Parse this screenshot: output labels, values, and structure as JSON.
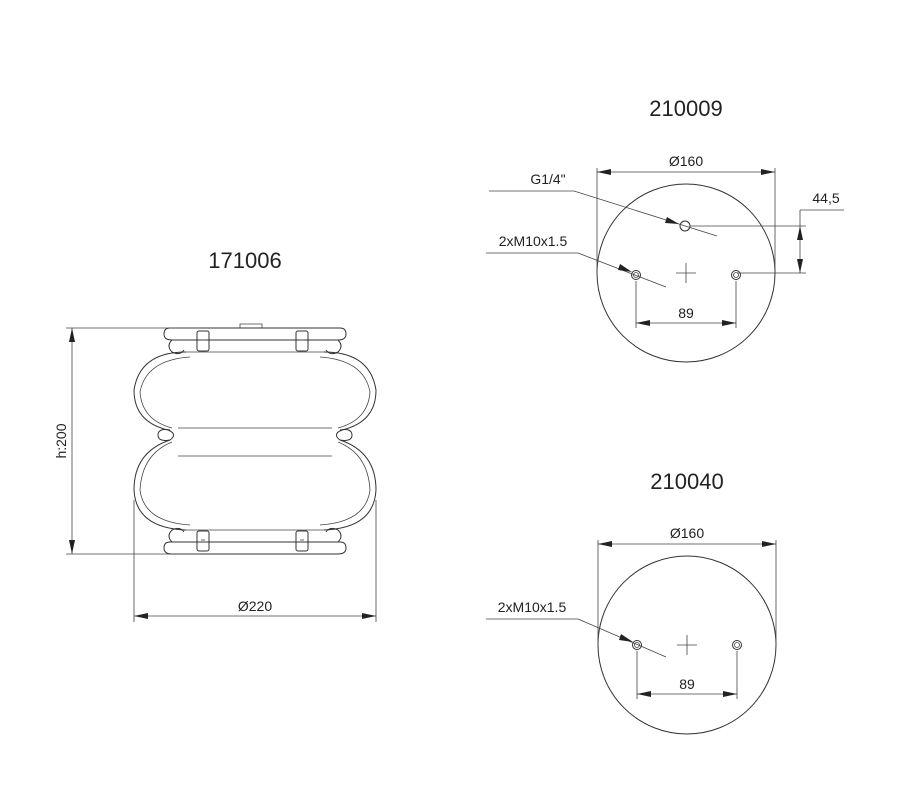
{
  "side_view": {
    "part_number": "171006",
    "height_label": "h:200",
    "diameter_label": "Ø220"
  },
  "top_plate_1": {
    "part_number": "210009",
    "diameter_label": "Ø160",
    "air_port_label": "G1/4\"",
    "offset_label": "44,5",
    "bolt_label": "2xM10x1.5",
    "spacing_label": "89"
  },
  "top_plate_2": {
    "part_number": "210040",
    "diameter_label": "Ø160",
    "bolt_label": "2xM10x1.5",
    "spacing_label": "89"
  }
}
